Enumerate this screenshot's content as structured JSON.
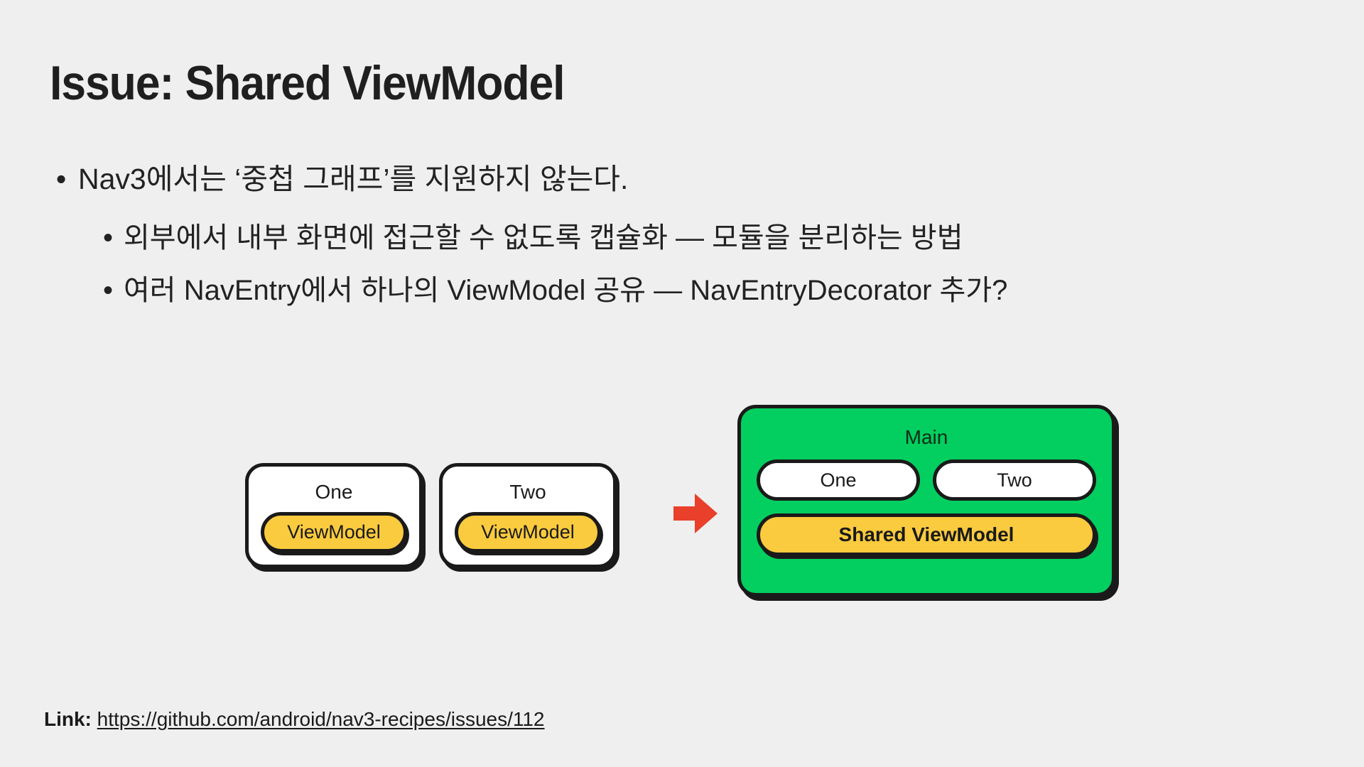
{
  "slide": {
    "background_color": "#efefef",
    "title": "Issue: Shared ViewModel"
  },
  "bullets": {
    "level1": [
      {
        "marker": "•",
        "text": "Nav3에서는 ‘중첩 그래프’를 지원하지 않는다."
      }
    ],
    "level2": [
      {
        "marker": "•",
        "text": "외부에서 내부 화면에 접근할 수 없도록 캡슐화 — 모듈을 분리하는 방법"
      },
      {
        "marker": "•",
        "text": "여러 NavEntry에서 하나의 ViewModel 공유 — NavEntryDecorator 추가?"
      }
    ]
  },
  "diagram": {
    "before": {
      "boxes": [
        {
          "title": "One",
          "viewmodel": "ViewModel"
        },
        {
          "title": "Two",
          "viewmodel": "ViewModel"
        }
      ]
    },
    "arrow": {
      "icon": "arrow-right-icon",
      "color": "#e8402a"
    },
    "after": {
      "container_label": "Main",
      "container_color": "#02cf5f",
      "entries": [
        "One",
        "Two"
      ],
      "shared_viewmodel": "Shared ViewModel"
    },
    "colors": {
      "viewmodel_yellow": "#facb3e",
      "outline": "#1a1a1a",
      "screen_white": "#ffffff"
    }
  },
  "footer": {
    "label": "Link:",
    "url": "https://github.com/android/nav3-recipes/issues/112"
  }
}
